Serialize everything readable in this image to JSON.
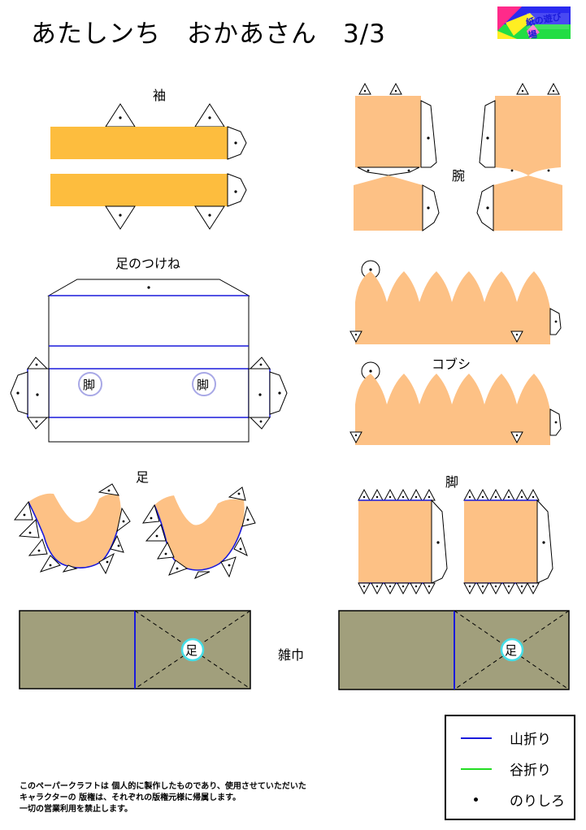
{
  "title": "あたしンち　おかあさん　3/3",
  "logo_text": "紙の遊び場",
  "labels": {
    "sleeve": "袖",
    "arm": "腕",
    "leg_base": "足のつけね",
    "fist": "コブシ",
    "foot": "足",
    "leg": "脚",
    "rag": "雑巾",
    "marker_leg": "脚",
    "marker_foot": "足"
  },
  "legend": {
    "mountain": "山折り",
    "valley": "谷折り",
    "glue": "のりしろ",
    "colors": {
      "mountain": "#1a1adc",
      "valley": "#22dd22"
    }
  },
  "note": [
    "このペーパークラフトは 個人的に製作したものであり、使用させていただいた",
    "キャラクターの 版権は、それぞれの版権元様に帰属します。",
    "一切の営業利用を禁止します。"
  ],
  "colors": {
    "sleeve": "#fdbd3e",
    "skin": "#fdc185",
    "rag": "#a19f7c",
    "fold": "#1a1adc"
  }
}
